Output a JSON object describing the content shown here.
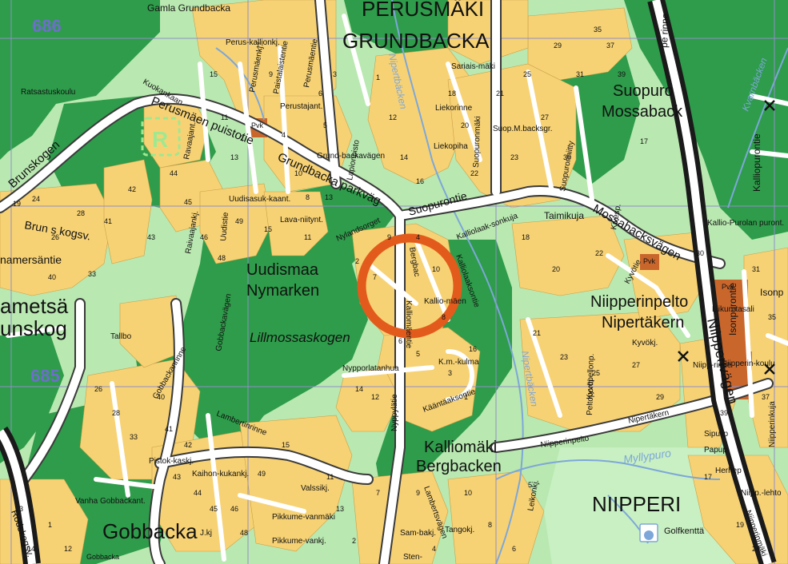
{
  "colors": {
    "forest": "#2e9c4a",
    "park": "#b9e8b0",
    "residential": "#f7d274",
    "road": "#ffffff",
    "road_casing": "#3a3a3a",
    "major_road": "#1a1a1a",
    "water": "#7da7d9",
    "grid_line": "#8f8fc7",
    "grid_number": "#6e6ecb",
    "target_circle": "#e25b1c",
    "public_building": "#c9662c",
    "rest_area": "#9fe88f"
  },
  "grid": {
    "labels": [
      "686",
      "685"
    ]
  },
  "areas": {
    "perusmaki": "PERUSMÄKI",
    "grundbacka": "GRUNDBACKA",
    "uudismaa": "Uudismaa",
    "nymarken": "Nymarken",
    "suopuro": "Suopuro",
    "mossaback": "Mossaback",
    "niipperinpelto": "Niipperinpelto",
    "nipertakern": "Nipertäkern",
    "kalliomaki": "Kalliomäki",
    "bergbacken": "Bergbacken",
    "niipperi": "NIIPPERI",
    "gobbacka": "Gobbacka",
    "ametsa": "ametsä",
    "unskog": "unskog",
    "lillmossaskogen": "Lillmossaskogen"
  },
  "streams": {
    "nipertbacken_north": "Nipertbäcken",
    "nipertbacken_south": "Nipertbäcken",
    "myllypuro": "Myllypuro",
    "kvarnbacken": "Kvarnbäcken"
  },
  "streets": {
    "gamla_grundbacka": "Gamla Grundbacka",
    "perusmaen_puistotie": "Perusmäen puistotie",
    "grundbacka_parkvag": "Grundbacka parkväg",
    "brunskogen": "Brunskogen",
    "brun_s_kogsv": "Brun s kogsv.",
    "namersantie": "namersäntie",
    "suopurontie": "Suopurontie",
    "mossabacksvagen": "Mossabacksvägen",
    "kalliopurontie": "Kalliopurontie",
    "kallio_purolan_puront": "Kallio-Purolan puront.",
    "isonpurontie": "Isonpurontie",
    "isonp": "Isonp",
    "nipperivagen": "Niipperivägen",
    "nipperinkuja": "Niipperinkuja",
    "taimikuja": "Taimikuja",
    "kalliolaaksonkuja": "Kalliolaak-sonkuja",
    "kalliolaaksontie": "Kalliolaaksontie",
    "bergbacka": "Bergbac",
    "kalliomaentie": "Kalliomäentie",
    "nypporlatanhua": "Nypporlatanhua",
    "nyppylatie": "Nyppylätie",
    "km_kulma": "K.m.-kulma",
    "kaantaaksontie": "Kääntäaksontie",
    "lamberksvagen": "Lambertsvägen",
    "lambertinrinne": "Lambertinrinne",
    "valssikj": "Valssikj.",
    "pikkumevanmaki": "Pikkume-vanmäki",
    "pikkumevankj": "Pikkume-vankj.",
    "gobbackanrinne": "Gobbackanrinne",
    "gobbackavagen": "Gobbackavägen",
    "pistokaskj": "Pistok-kaskj.",
    "kaihonkukankj": "Kaihon-kukankj.",
    "vanha_gobbackant": "Vanha Gobbackant.",
    "rodskogsv": "Rödskogsv.",
    "tallbo": "Tallbo",
    "ratsastuskoulu": "Ratsastuskoulu",
    "uudisasukkaant": "Uudisasuk-kaant.",
    "lavaniitynt": "Lava-niitynt.",
    "nylandsorget": "Nylandsorget",
    "perustajant": "Perustajant.",
    "paistalaistentie": "Paistalaistentie",
    "kuokankaan": "Kuokankaan",
    "ravaajant": "Ravaajant.",
    "raivaajankj": "Raivaajankj.",
    "uudistie": "Uudistie",
    "grund_backavagen": "Grund-backavägen",
    "lapionpisto": "Lapionpisto",
    "perusmaenkj": "Perusmäenkj.",
    "perusmaentie": "Perusmäentie",
    "peruskallionkj": "Perus-kallionkj.",
    "sariaismaki": "Sariais-mäki",
    "liekorinne": "Liekorinne",
    "liekopiha": "Liekopiha",
    "suopuronmaki": "Suopuronmäki",
    "suop_m_backsgr": "Suop.M.backsgr.",
    "suopuronniitty": "Suopuronniitty",
    "kivesp": "Kivesp.",
    "kyvotie": "Kyvötie",
    "kyvokj": "Kyvökj.",
    "kyvopellonpolku": "Kyvöpellonp.",
    "peltoporrti": "Peltoportti",
    "niipperinrinne": "Niipp-rinne",
    "nipertakern_rd": "Nipertäkern",
    "niipperinpelto_rd": "Niipperinpelto",
    "sipulip": "Sipulip",
    "papup": "Papup",
    "herhep": "Herhep",
    "niipplehto": "Niipp.-lehto",
    "niipperinkalkki": "Niipperinmäki",
    "leikonk": "Leikonkj.",
    "tangokj": "Tangokj.",
    "samb_kj": "Sam-bakj.",
    "stenbacka": "Sten-",
    "kallioma_short": "Kallio-mäen",
    "jkj": "J.kj",
    "pe_rinne": "pe rinne"
  },
  "poi": {
    "pvk": "Pvk",
    "pvk2": "Pvk",
    "pvk3": "Pvk",
    "liikuntasali": "Liikun-tasali",
    "niipperin_koulu": "Niipperin-koulu",
    "golfkentta": "Golfkenttä",
    "r_symbol": "R",
    "gobbacka_stop": "Gobbacka"
  },
  "numbers": [
    "15",
    "11",
    "13",
    "2",
    "7",
    "9",
    "4",
    "10",
    "8",
    "6",
    "5",
    "3",
    "1",
    "12",
    "14",
    "16",
    "18",
    "20",
    "22",
    "21",
    "23",
    "25",
    "27",
    "29",
    "30",
    "31",
    "35",
    "37",
    "39",
    "17",
    "19",
    "24",
    "26",
    "28",
    "33",
    "40",
    "41",
    "42",
    "43",
    "44",
    "45",
    "46",
    "48",
    "49"
  ]
}
